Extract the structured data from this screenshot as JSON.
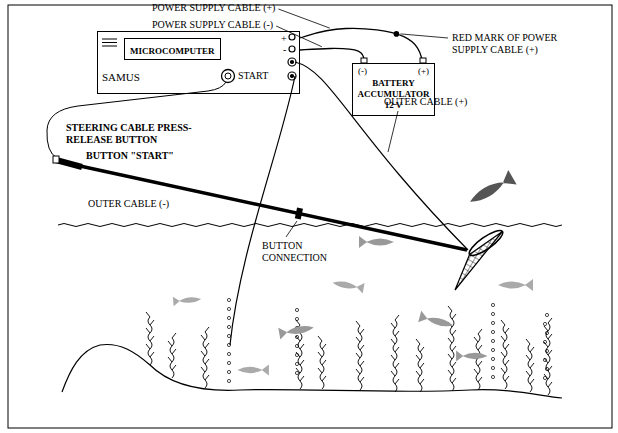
{
  "diagram": {
    "nodes": [
      {
        "text": [
          "+",
          "-",
          "SAMUS",
          "START"
        ]
      },
      {
        "text": [
          "MICROCOMPUTER"
        ],
        "in": 0
      },
      {
        "text": [
          "(-)",
          "(+)",
          "BATTERY ACCUMULATOR 12 V"
        ]
      }
    ],
    "edges": [
      {
        "from": 0,
        "to": 2,
        "arrow": "none"
      },
      {
        "from": 0,
        "to": 2,
        "arrow": "none"
      }
    ],
    "labels": [
      "POWER SUPPLY CABLE (+)",
      "POWER SUPPLY CABLE (-)",
      "RED MARK OF POWER SUPPLY CABLE (+)",
      "OUTER CABLE (+)",
      "STEERING CABLE PRESS-RELEASE BUTTON",
      "BUTTON \"START\"",
      "OUTER CABLE (-)",
      "BUTTON CONNECTION"
    ]
  }
}
